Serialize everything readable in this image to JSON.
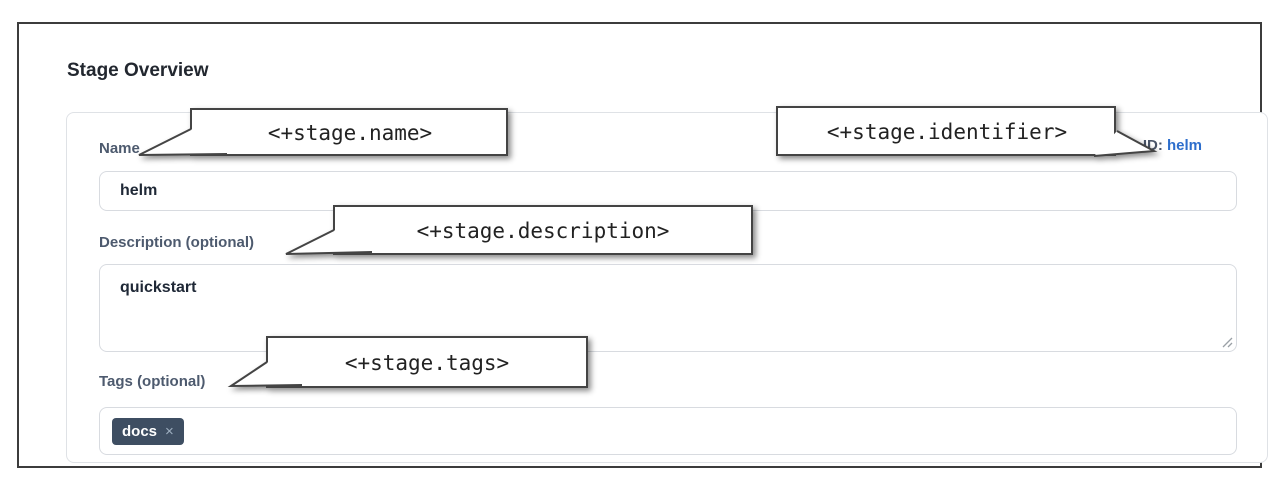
{
  "window": {
    "title": "Stage Overview"
  },
  "form": {
    "name": {
      "label": "Name",
      "value": "helm"
    },
    "identifier": {
      "label": "ID:",
      "value": "helm"
    },
    "description": {
      "label": "Description (optional)",
      "value": "quickstart"
    },
    "tags": {
      "label": "Tags (optional)",
      "chips": [
        {
          "label": "docs",
          "remove": "×"
        }
      ]
    }
  },
  "callouts": {
    "name": "<+stage.name>",
    "identifier": "<+stage.identifier>",
    "description": "<+stage.description>",
    "tags": "<+stage.tags>"
  },
  "colors": {
    "id_value_link": "#2d6ecc",
    "label": "#4d5a6e",
    "heading": "#22272f",
    "tag_chip_bg": "#3e4e62",
    "callout_border": "#444444",
    "frame_border": "#3c3c3c"
  }
}
